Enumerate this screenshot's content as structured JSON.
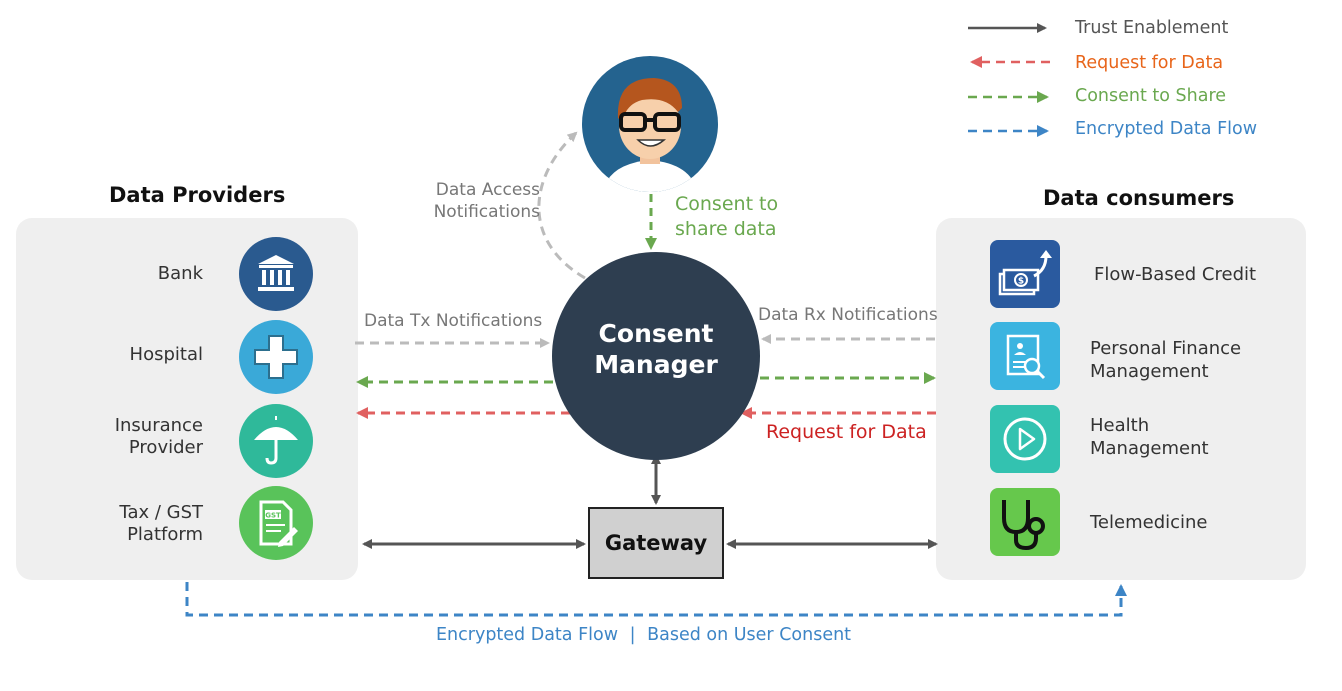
{
  "legend": {
    "items": [
      {
        "label": "Trust Enablement",
        "color": "#555555"
      },
      {
        "label": "Request for Data",
        "color": "#e8651a"
      },
      {
        "label": "Consent to Share",
        "color": "#6aa84f"
      },
      {
        "label": "Encrypted Data Flow",
        "color": "#3d85c6"
      }
    ]
  },
  "providers": {
    "title": "Data Providers",
    "items": [
      {
        "label": "Bank",
        "icon": "bank-icon"
      },
      {
        "label": "Hospital",
        "icon": "hospital-cross-icon"
      },
      {
        "label": "Insurance Provider",
        "icon": "umbrella-icon"
      },
      {
        "label": "Tax / GST Platform",
        "icon": "gst-document-icon"
      }
    ]
  },
  "consumers": {
    "title": "Data consumers",
    "items": [
      {
        "label": "Flow-Based Credit",
        "icon": "credit-growth-icon"
      },
      {
        "label": "Personal Finance Management",
        "icon": "finance-document-icon"
      },
      {
        "label": "Health Management",
        "icon": "play-icon"
      },
      {
        "label": "Telemedicine",
        "icon": "stethoscope-icon"
      }
    ]
  },
  "center": {
    "consent_manager": "Consent Manager",
    "gateway": "Gateway"
  },
  "notes": {
    "data_access": "Data Access Notifications",
    "consent_share": "Consent to share data",
    "data_tx": "Data Tx Notifications",
    "data_rx": "Data Rx Notifications",
    "request_for_data": "Request for Data",
    "encrypted_flow": "Encrypted Data Flow",
    "based_on_consent": "Based on User Consent",
    "separator": "|"
  },
  "colors": {
    "gray_arrow": "#555555",
    "light_gray": "#bbbbbb",
    "green": "#6aa84f",
    "red": "#e06060",
    "blue": "#3d85c6",
    "dark_red": "#cc2222"
  }
}
